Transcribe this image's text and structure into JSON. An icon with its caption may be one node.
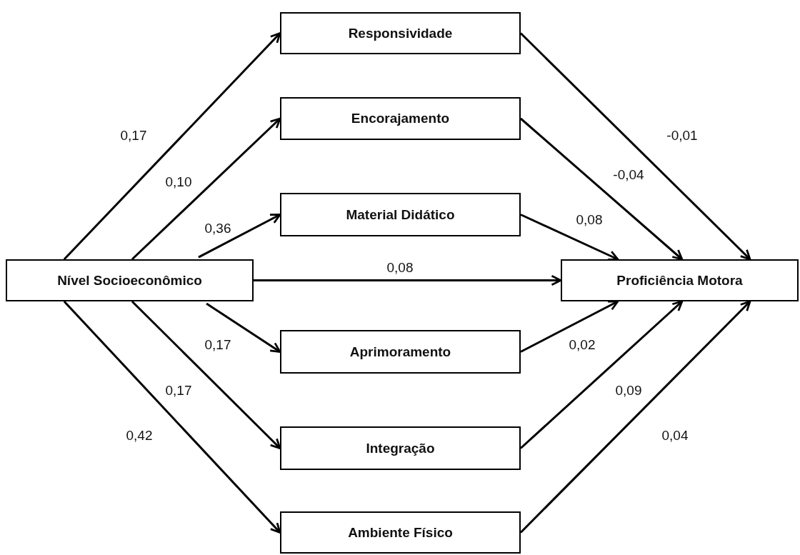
{
  "diagram": {
    "nodes": [
      {
        "text": [
          "Nível Socioeconômico"
        ]
      },
      {
        "text": [
          "Responsividade"
        ]
      },
      {
        "text": [
          "Encorajamento"
        ]
      },
      {
        "text": [
          "Material Didático"
        ]
      },
      {
        "text": [
          "Aprimoramento"
        ]
      },
      {
        "text": [
          "Integração"
        ]
      },
      {
        "text": [
          "Ambiente Físico"
        ]
      },
      {
        "text": [
          "Proficiência Motora"
        ]
      }
    ],
    "edges": [
      {
        "from": 0,
        "to": 1,
        "arrow": "to",
        "label": "0,17"
      },
      {
        "from": 0,
        "to": 2,
        "arrow": "to",
        "label": "0,10"
      },
      {
        "from": 0,
        "to": 3,
        "arrow": "to",
        "label": "0,36"
      },
      {
        "from": 0,
        "to": 7,
        "arrow": "to",
        "label": "0,08"
      },
      {
        "from": 0,
        "to": 4,
        "arrow": "to",
        "label": "0,17"
      },
      {
        "from": 0,
        "to": 5,
        "arrow": "to",
        "label": "0,17"
      },
      {
        "from": 0,
        "to": 6,
        "arrow": "to",
        "label": "0,42"
      },
      {
        "from": 1,
        "to": 7,
        "arrow": "to",
        "label": "-0,01"
      },
      {
        "from": 2,
        "to": 7,
        "arrow": "to",
        "label": "-0,04"
      },
      {
        "from": 3,
        "to": 7,
        "arrow": "to",
        "label": "0,08"
      },
      {
        "from": 4,
        "to": 7,
        "arrow": "to",
        "label": "0,02"
      },
      {
        "from": 5,
        "to": 7,
        "arrow": "to",
        "label": "0,09"
      },
      {
        "from": 6,
        "to": 7,
        "arrow": "to",
        "label": "0,04"
      }
    ]
  }
}
